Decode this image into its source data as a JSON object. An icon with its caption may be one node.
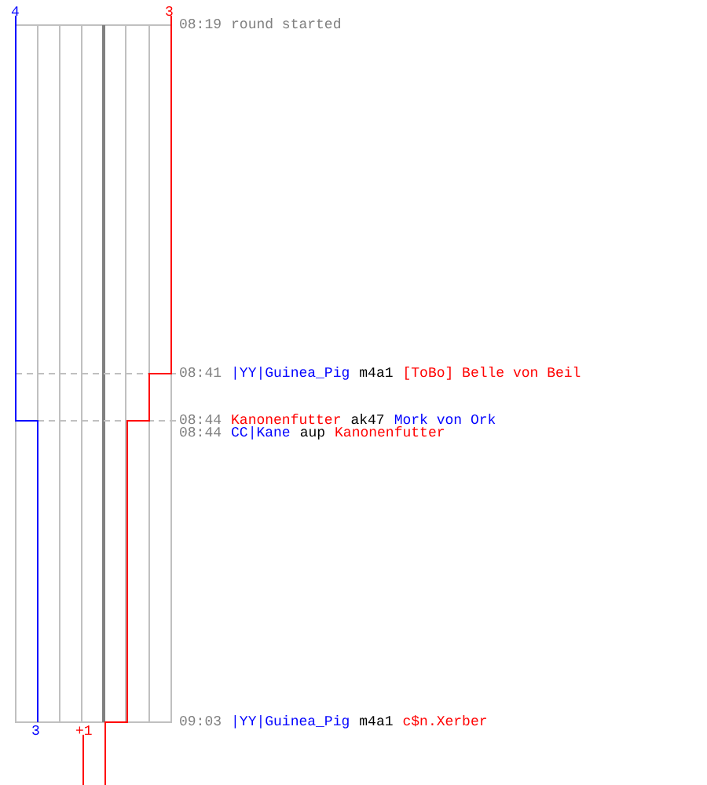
{
  "diagram": {
    "labels": [
      "4",
      "3",
      "08:19",
      "round started",
      "08:41",
      "|YY|Guinea_Pig",
      "m4a1",
      "[ToBo] Belle von Beil",
      "08:44",
      "Kanonenfutter",
      "ak47",
      "Mork von Ork",
      "08:44",
      "CC|Kane",
      "aup",
      "Kanonenfutter",
      "09:03",
      "|YY|Guinea_Pig",
      "m4a1",
      "c$n.Xerber",
      "3",
      "+1"
    ]
  }
}
